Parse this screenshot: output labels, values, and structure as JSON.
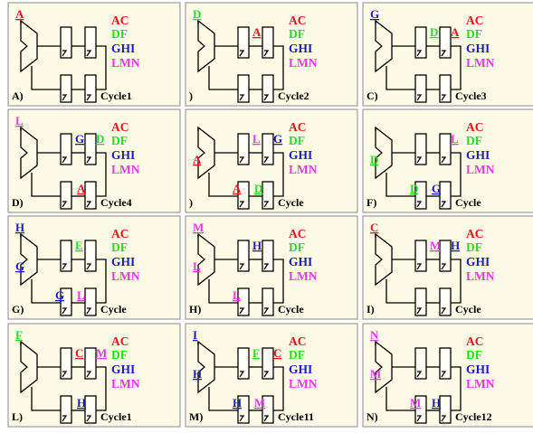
{
  "colors": {
    "red": "#e8121a",
    "green": "#22dd22",
    "blue": "#1a1acc",
    "magenta": "#e63ae6"
  },
  "legend": [
    {
      "text": "AC",
      "color": "#e8121a"
    },
    {
      "text": "DF",
      "color": "#22dd22"
    },
    {
      "text": "GHI",
      "color": "#1a1acc"
    },
    {
      "text": "LMN",
      "color": "#e63ae6"
    }
  ],
  "panels": [
    {
      "label": "A)",
      "cycle": "Cycle1",
      "tokens": {
        "in": {
          "t": "A",
          "c": "#e8121a"
        }
      }
    },
    {
      "label": ")",
      "cycle": "Cycle2",
      "tokens": {
        "in": {
          "t": "D",
          "c": "#22dd22"
        },
        "mid": {
          "t": "A",
          "c": "#e8121a"
        }
      }
    },
    {
      "label": "C)",
      "cycle": "Cycle3",
      "tokens": {
        "in": {
          "t": "G",
          "c": "#1a1acc"
        },
        "mid": {
          "t": "D",
          "c": "#22dd22"
        },
        "out": {
          "t": "A",
          "c": "#e8121a"
        }
      }
    },
    {
      "label": "D)",
      "cycle": "Cycle4",
      "tokens": {
        "in": {
          "t": "L",
          "c": "#e63ae6"
        },
        "mid": {
          "t": "G",
          "c": "#1a1acc"
        },
        "out": {
          "t": "D",
          "c": "#22dd22"
        },
        "bot": {
          "t": "A",
          "c": "#e8121a"
        }
      }
    },
    {
      "label": ")",
      "cycle": "Cycle",
      "tokens": {
        "mid": {
          "t": "L",
          "c": "#e63ae6"
        },
        "out": {
          "t": "G",
          "c": "#1a1acc"
        },
        "side": {
          "t": "A",
          "c": "#e8121a"
        },
        "bot1": {
          "t": "A",
          "c": "#e8121a"
        },
        "bot2": {
          "t": "D",
          "c": "#22dd22"
        }
      }
    },
    {
      "label": "F)",
      "cycle": "Cycle",
      "tokens": {
        "out": {
          "t": "L",
          "c": "#e63ae6"
        },
        "side": {
          "t": "D",
          "c": "#22dd22"
        },
        "bot1": {
          "t": "D",
          "c": "#22dd22"
        },
        "bot2": {
          "t": "G",
          "c": "#1a1acc"
        }
      }
    },
    {
      "label": "G)",
      "cycle": "Cycle",
      "tokens": {
        "in": {
          "t": "H",
          "c": "#1a1acc"
        },
        "mid": {
          "t": "E",
          "c": "#22dd22"
        },
        "side": {
          "t": "G",
          "c": "#1a1acc"
        },
        "bot1": {
          "t": "G",
          "c": "#1a1acc"
        },
        "bot2": {
          "t": "L",
          "c": "#e63ae6"
        }
      }
    },
    {
      "label": "H)",
      "cycle": "Cycle",
      "tokens": {
        "in": {
          "t": "M",
          "c": "#e63ae6"
        },
        "mid": {
          "t": "H",
          "c": "#1a1acc"
        },
        "side": {
          "t": "L",
          "c": "#e63ae6"
        },
        "bot1": {
          "t": "L",
          "c": "#e63ae6"
        }
      }
    },
    {
      "label": "I)",
      "cycle": "Cycle",
      "tokens": {
        "in": {
          "t": "C",
          "c": "#e8121a"
        },
        "mid": {
          "t": "M",
          "c": "#e63ae6"
        },
        "out": {
          "t": "H",
          "c": "#1a1acc"
        }
      }
    },
    {
      "label": "L)",
      "cycle": "Cycle1",
      "tokens": {
        "in": {
          "t": "F",
          "c": "#22dd22"
        },
        "mid": {
          "t": "C",
          "c": "#e8121a"
        },
        "out": {
          "t": "M",
          "c": "#e63ae6"
        },
        "bot": {
          "t": "H",
          "c": "#1a1acc"
        }
      }
    },
    {
      "label": "M)",
      "cycle": "Cycle11",
      "tokens": {
        "in": {
          "t": "I",
          "c": "#1a1acc"
        },
        "mid": {
          "t": "F",
          "c": "#22dd22"
        },
        "out": {
          "t": "C",
          "c": "#e8121a"
        },
        "side": {
          "t": "H",
          "c": "#1a1acc"
        },
        "bot1": {
          "t": "H",
          "c": "#1a1acc"
        },
        "bot2": {
          "t": "M",
          "c": "#e63ae6"
        }
      }
    },
    {
      "label": "N)",
      "cycle": "Cycle12",
      "tokens": {
        "in": {
          "t": "N",
          "c": "#e63ae6"
        },
        "side": {
          "t": "M",
          "c": "#e63ae6"
        },
        "bot1": {
          "t": "M",
          "c": "#e63ae6"
        },
        "bot2": {
          "t": "H",
          "c": "#1a1acc"
        }
      }
    }
  ]
}
